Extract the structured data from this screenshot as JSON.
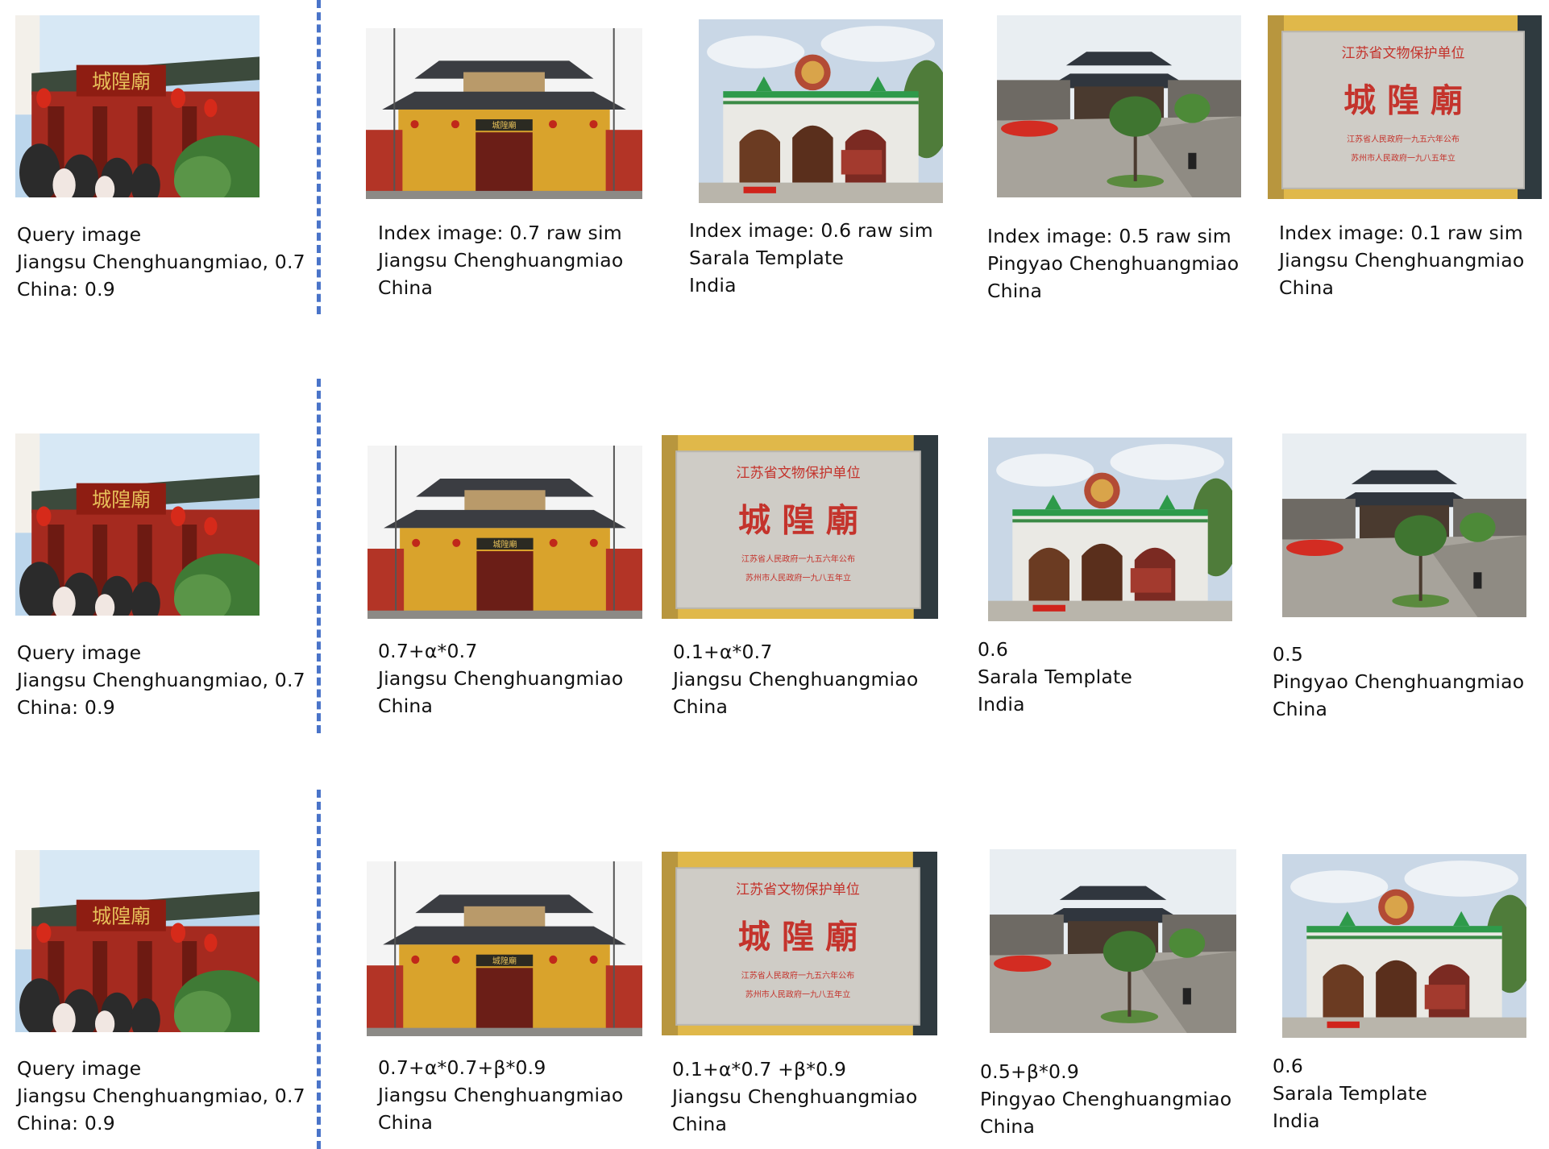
{
  "colors": {
    "divider": "#4a74c9",
    "text": "#111111",
    "background": "#ffffff"
  },
  "rows": [
    {
      "query": {
        "line1": "Query image",
        "line2": "Jiangsu Chenghuangmiao, 0.7",
        "line3": "China: 0.9"
      },
      "results": [
        {
          "image": "chinese-temple-gate",
          "line1": "Index image: 0.7 raw sim",
          "line2": "Jiangsu Chenghuangmiao",
          "line3": "China"
        },
        {
          "image": "indian-temple",
          "line1": "Index image: 0.6 raw sim",
          "line2": "Sarala Template",
          "line3": "India"
        },
        {
          "image": "pagoda-courtyard",
          "line1": "Index image: 0.5 raw sim",
          "line2": "Pingyao Chenghuangmiao",
          "line3": "China"
        },
        {
          "image": "stone-stele",
          "line1": "Index image: 0.1 raw sim",
          "line2": "Jiangsu Chenghuangmiao",
          "line3": "China"
        }
      ]
    },
    {
      "query": {
        "line1": "Query image",
        "line2": "Jiangsu Chenghuangmiao, 0.7",
        "line3": "China: 0.9"
      },
      "results": [
        {
          "image": "chinese-temple-gate",
          "line1": "0.7+α*0.7",
          "line2": "Jiangsu Chenghuangmiao",
          "line3": "China"
        },
        {
          "image": "stone-stele",
          "line1": "0.1+α*0.7",
          "line2": "Jiangsu Chenghuangmiao",
          "line3": "China"
        },
        {
          "image": "indian-temple",
          "line1": "0.6",
          "line2": "Sarala Template",
          "line3": "India"
        },
        {
          "image": "pagoda-courtyard",
          "line1": "0.5",
          "line2": "Pingyao Chenghuangmiao",
          "line3": "China"
        }
      ]
    },
    {
      "query": {
        "line1": "Query image",
        "line2": "Jiangsu Chenghuangmiao, 0.7",
        "line3": "China: 0.9"
      },
      "results": [
        {
          "image": "chinese-temple-gate",
          "line1": "0.7+α*0.7+β*0.9",
          "line2": "Jiangsu Chenghuangmiao",
          "line3": "China"
        },
        {
          "image": "stone-stele",
          "line1": "0.1+α*0.7 +β*0.9",
          "line2": "Jiangsu Chenghuangmiao",
          "line3": "China"
        },
        {
          "image": "pagoda-courtyard",
          "line1": "0.5+β*0.9",
          "line2": "Pingyao Chenghuangmiao",
          "line3": "China"
        },
        {
          "image": "indian-temple",
          "line1": "0.6",
          "line2": "Sarala Template",
          "line3": "India"
        }
      ]
    }
  ],
  "images": {
    "query-temple": {
      "sign_text": "城隍廟",
      "sky": "#bcd6ec",
      "accent": "#a52a1f"
    },
    "chinese-temple-gate": {
      "sign_text": "城隍廟",
      "sky": "#f4f4f4",
      "accent": "#d9a32c"
    },
    "indian-temple": {
      "sky": "#c9d7e6",
      "accent": "#2e9a4a"
    },
    "pagoda-courtyard": {
      "sky": "#e9eef2",
      "accent": "#30363e"
    },
    "stone-stele": {
      "title": "江苏省文物保护单位",
      "main": "城 隍 廟",
      "sub1": "江苏省人民政府一九五六年公布",
      "sub2": "苏州市人民政府一九八五年立",
      "accent": "#c4332c"
    }
  }
}
